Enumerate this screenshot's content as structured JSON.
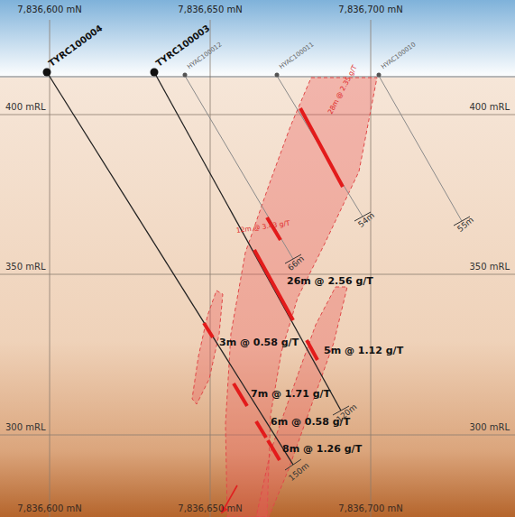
{
  "diagram": {
    "labels": [
      "7,836,600 mN",
      "7,836,650 mN",
      "7,836,700 mN",
      "400 mRL",
      "400 mRL",
      "350 mRL",
      "350 mRL",
      "300 mRL",
      "300 mRL",
      "TYRC100004",
      "TYRC100003",
      "HYAC100012",
      "HYAC100011",
      "HYAC100010",
      "28m @ 2.35 g/T",
      "12m @ 3.43 g/T",
      "26m @ 2.56 g/T",
      "5m @ 1.12 g/T",
      "3m @ 0.58 g/T",
      "7m @ 1.71 g/T",
      "6m @ 0.58 g/T",
      "8m @ 1.26 g/T",
      "54m",
      "55m",
      "66m",
      "120m",
      "150m",
      "7,836,600 mN",
      "7,836,650 mN",
      "7,836,700 mN"
    ]
  }
}
